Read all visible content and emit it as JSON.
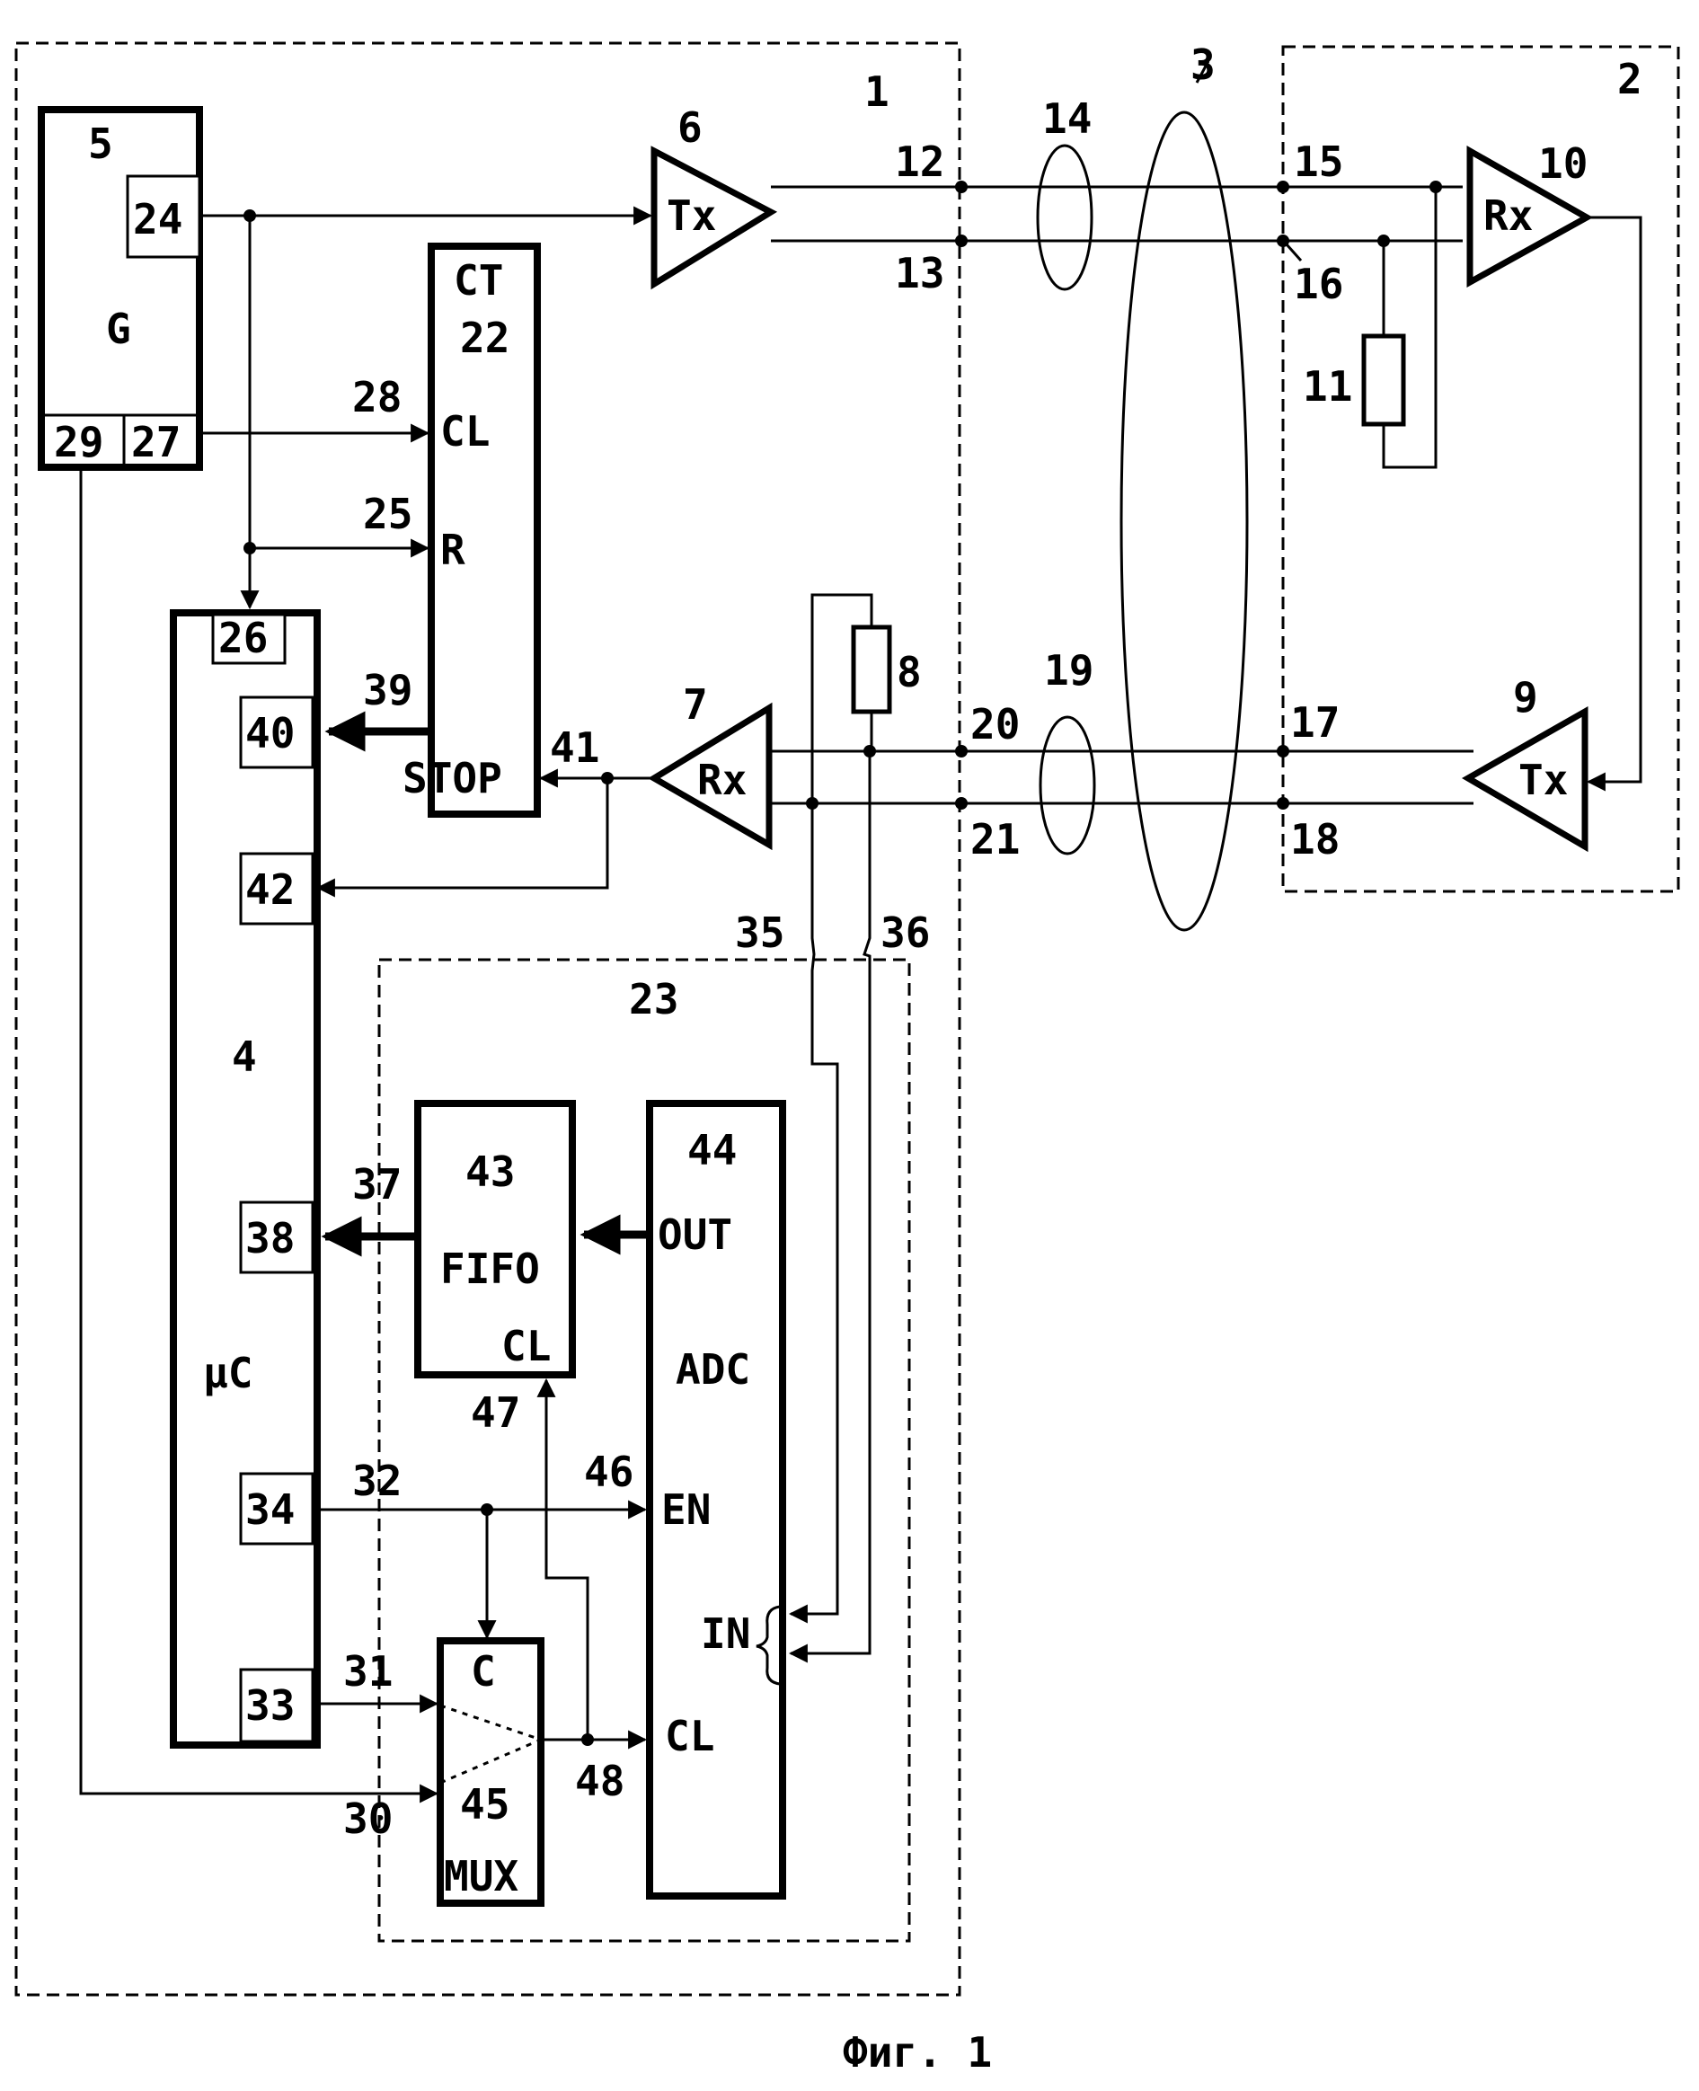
{
  "figure": {
    "caption": "Фиг. 1"
  },
  "blocks": {
    "unit1": {
      "num": "1"
    },
    "unit2": {
      "num": "2"
    },
    "cable": {
      "num": "3"
    },
    "mc": {
      "num": "4",
      "name": "μC"
    },
    "gen": {
      "num": "5",
      "name": "G",
      "pin_out": "24",
      "pin_a": "29",
      "pin_b": "27"
    },
    "tx6": {
      "num": "6",
      "name": "Tx"
    },
    "rx7": {
      "num": "7",
      "name": "Rx"
    },
    "r8": {
      "num": "8"
    },
    "tx9": {
      "num": "9",
      "name": "Tx"
    },
    "rx10": {
      "num": "10",
      "name": "Rx"
    },
    "r11": {
      "num": "11"
    },
    "counter": {
      "type": "CT",
      "num": "22",
      "cl": "CL",
      "r": "R",
      "stop": "STOP"
    },
    "adc_unit": {
      "num": "23"
    },
    "fifo": {
      "num": "43",
      "name": "FIFO",
      "cl": "CL"
    },
    "adc": {
      "num": "44",
      "out": "OUT",
      "name": "ADC",
      "en": "EN",
      "in": "IN",
      "cl": "CL"
    },
    "mux": {
      "c": "C",
      "num": "45",
      "name": "MUX"
    }
  },
  "pins": {
    "p26": "26",
    "p40": "40",
    "p42": "42",
    "p38": "38",
    "p34": "34",
    "p33": "33"
  },
  "labels": {
    "n12": "12",
    "n13": "13",
    "n14": "14",
    "n15": "15",
    "n16": "16",
    "n17": "17",
    "n18": "18",
    "n19": "19",
    "n20": "20",
    "n21": "21",
    "n25": "25",
    "n28": "28",
    "n30": "30",
    "n31": "31",
    "n32": "32",
    "n35": "35",
    "n36": "36",
    "n37": "37",
    "n39": "39",
    "n41": "41",
    "n46": "46",
    "n47": "47",
    "n48": "48"
  }
}
